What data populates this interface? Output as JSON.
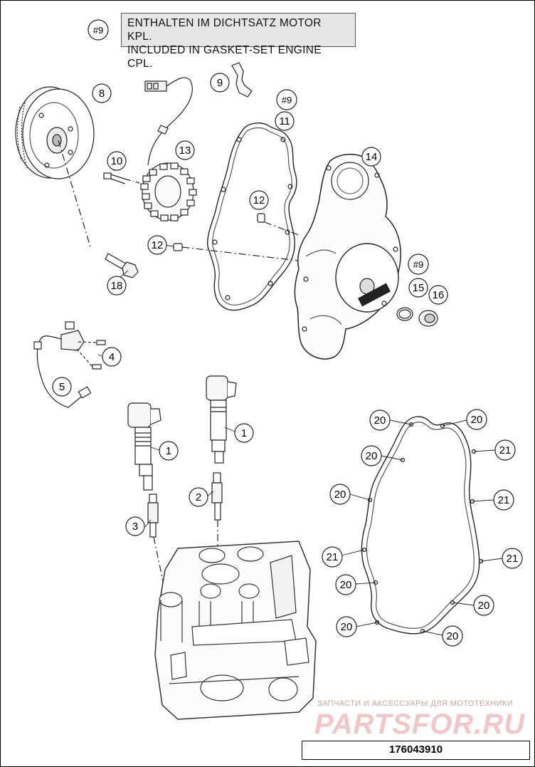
{
  "note": {
    "ref": "#9",
    "line1": "ENTHALTEN IM DICHTSATZ MOTOR KPL.",
    "line2": "INCLUDED IN GASKET-SET ENGINE CPL."
  },
  "callouts": {
    "c8": "8",
    "c9": "9",
    "c9b": "#9",
    "c11": "11",
    "c10": "10",
    "c13": "13",
    "c14": "14",
    "c12a": "12",
    "c12b": "12",
    "c18": "18",
    "c9c": "#9",
    "c15": "15",
    "c16": "16",
    "c4": "4",
    "c5": "5",
    "c1a": "1",
    "c1b": "1",
    "c2": "2",
    "c3": "3",
    "g20a": "20",
    "g20b": "20",
    "g21a": "21",
    "g20c": "20",
    "g20d": "20",
    "g21b": "21",
    "g21c": "21",
    "g21d": "21",
    "g20e": "20",
    "g20f": "20",
    "g20g": "20",
    "g20h": "20"
  },
  "watermark": {
    "line1": "ЗАПЧАСТИ И АКСЕССУАРЫ ДЛЯ МОТОТЕХНИКИ",
    "line2": "PARTSFOR.RU"
  },
  "part_number": "176043910"
}
